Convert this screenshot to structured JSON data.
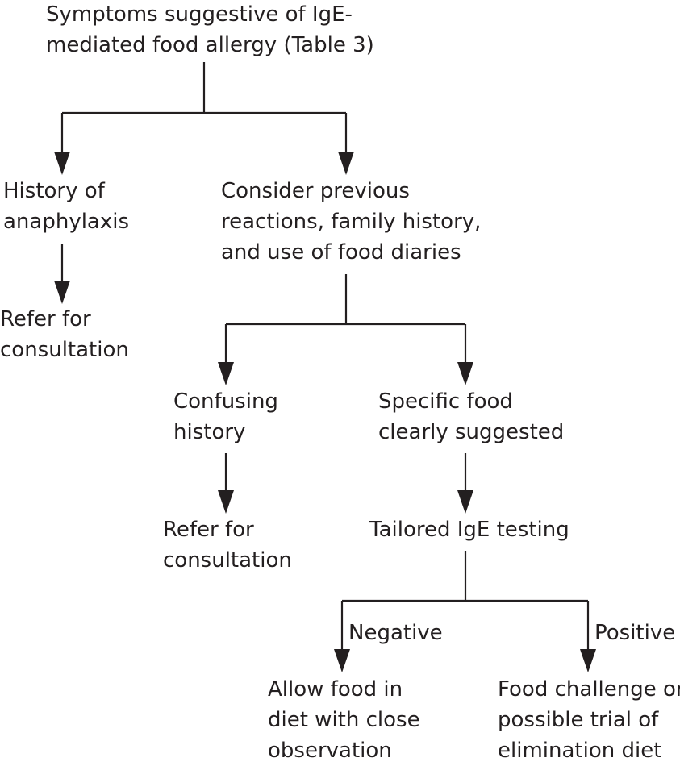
{
  "flowchart": {
    "root": {
      "lines": [
        "Symptoms suggestive of IgE-",
        "mediated food allergy (Table 3)"
      ]
    },
    "anaphylaxis": {
      "lines": [
        "History of",
        "anaphylaxis"
      ]
    },
    "refer_1": {
      "lines": [
        "Refer for",
        "consultation"
      ]
    },
    "consider": {
      "lines": [
        "Consider previous",
        "reactions, family history,",
        "and use of food diaries"
      ]
    },
    "confusing": {
      "lines": [
        "Confusing",
        "history"
      ]
    },
    "refer_2": {
      "lines": [
        "Refer for",
        "consultation"
      ]
    },
    "specific": {
      "lines": [
        "Specific food",
        "clearly suggested"
      ]
    },
    "testing": {
      "lines": [
        "Tailored IgE testing"
      ]
    },
    "negative_label": "Negative",
    "positive_label": "Positive",
    "allow": {
      "lines": [
        "Allow food in",
        "diet with close",
        "observation"
      ]
    },
    "challenge": {
      "lines": [
        "Food challenge or",
        "possible trial of",
        "elimination diet"
      ]
    }
  }
}
